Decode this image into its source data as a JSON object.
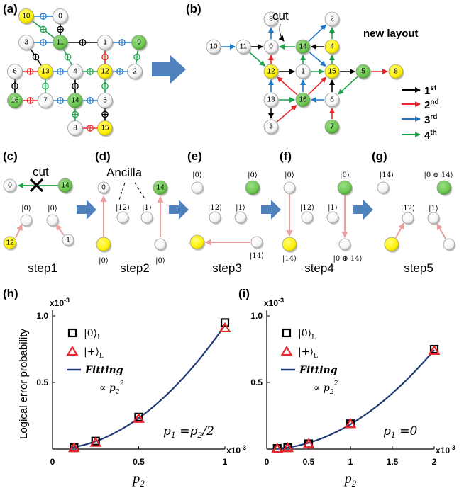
{
  "panels": {
    "a": "(a)",
    "b": "(b)",
    "c": "(c)",
    "d": "(d)",
    "e": "(e)",
    "f": "(f)",
    "g": "(g)",
    "h": "(h)",
    "i": "(i)"
  },
  "labels": {
    "cut": "cut",
    "new_layout": "new layout",
    "ancilla": "Ancilla"
  },
  "order_legend": [
    {
      "text": "1",
      "sup": "st",
      "color": "#000000"
    },
    {
      "text": "2",
      "sup": "nd",
      "color": "#e8262b"
    },
    {
      "text": "3",
      "sup": "rd",
      "color": "#1f77c8"
    },
    {
      "text": "4",
      "sup": "th",
      "color": "#1aa34a"
    }
  ],
  "steps": [
    "step1",
    "step2",
    "step3",
    "step4",
    "step5"
  ],
  "kets": {
    "zero": "|0⟩",
    "one": "|1⟩",
    "k12": "|12⟩",
    "k14": "|14⟩",
    "k0x14": "|0 ⊕ 14⟩"
  },
  "colors": {
    "yellow": "#fff200",
    "green": "#6cc54f",
    "white": "#ffffff",
    "arrow_pink": "#e8a0a0",
    "block_arrow": "#4f81bd",
    "fit": "#1f3b73",
    "black": "#000000",
    "red": "#e8262b",
    "blue": "#1f77c8",
    "green_edge": "#1aa34a"
  },
  "chart_data": [
    {
      "type": "scatter",
      "xlabel": "p2",
      "ylabel": "Logical error probability",
      "x_multiplier": "x10-3",
      "y_multiplier": "x10-3",
      "xlim": [
        0,
        1
      ],
      "ylim": [
        0,
        1
      ],
      "xticks": [
        "0",
        "0.5",
        "1"
      ],
      "yticks": [
        "0.5",
        "1.0"
      ],
      "annotation": "p1 = p2/2",
      "series": [
        {
          "name": "|0⟩L",
          "marker": "square",
          "x": [
            0.125,
            0.25,
            0.5,
            1.0
          ],
          "y": [
            0.01,
            0.06,
            0.24,
            0.95
          ]
        },
        {
          "name": "|+⟩L",
          "marker": "triangle",
          "x": [
            0.125,
            0.25,
            0.5,
            1.0
          ],
          "y": [
            0.01,
            0.05,
            0.23,
            0.91
          ]
        },
        {
          "name": "Fitting",
          "type": "line",
          "proportional": "∝ p2^2"
        }
      ]
    },
    {
      "type": "scatter",
      "xlabel": "p2",
      "ylabel": "",
      "x_multiplier": "x10-3",
      "y_multiplier": "x10-3",
      "xlim": [
        0,
        2
      ],
      "ylim": [
        0,
        1
      ],
      "xticks": [
        "0",
        "0.5",
        "1",
        "1.5",
        "2"
      ],
      "yticks": [
        "0.5",
        "1.0"
      ],
      "annotation": "p1 = 0",
      "series": [
        {
          "name": "|0⟩L",
          "marker": "square",
          "x": [
            0.125,
            0.25,
            0.5,
            1.0,
            2.0
          ],
          "y": [
            0.005,
            0.01,
            0.04,
            0.19,
            0.75
          ]
        },
        {
          "name": "|+⟩L",
          "marker": "triangle",
          "x": [
            0.125,
            0.25,
            0.5,
            1.0,
            2.0
          ],
          "y": [
            0.005,
            0.01,
            0.04,
            0.19,
            0.74
          ]
        },
        {
          "name": "Fitting",
          "type": "line",
          "proportional": "∝ p2^2"
        }
      ]
    }
  ]
}
